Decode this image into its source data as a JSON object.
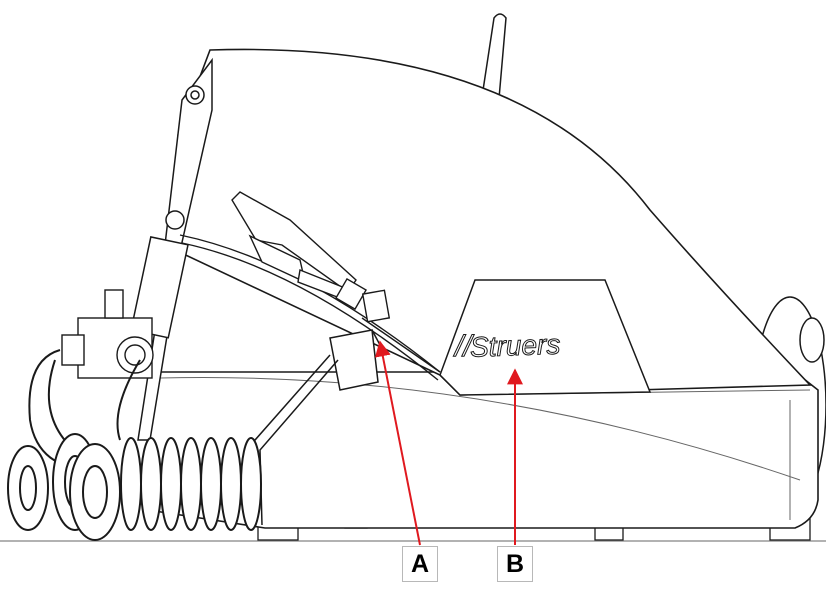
{
  "logo": {
    "brand": "Struers"
  },
  "callouts": [
    {
      "id": "A",
      "label": "A"
    },
    {
      "id": "B",
      "label": "B"
    }
  ],
  "colors": {
    "line": "#1a1a1a",
    "thin": "#555555",
    "arrow": "#e0191f",
    "ground": "#999999"
  }
}
